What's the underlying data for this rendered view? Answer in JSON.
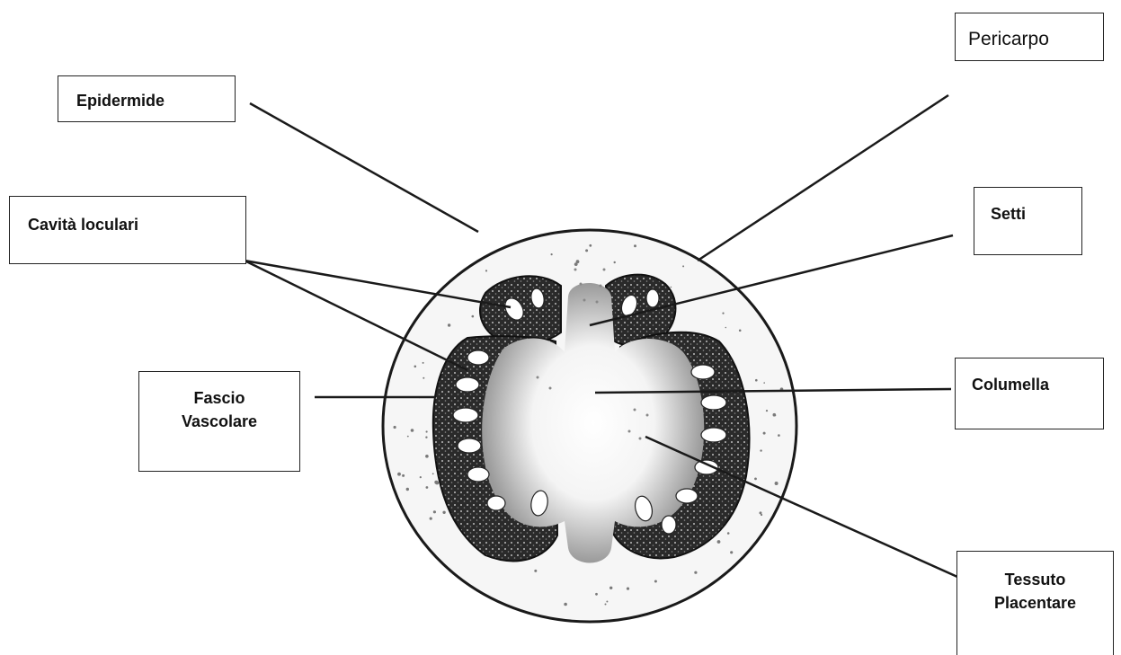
{
  "colors": {
    "line": "#1a1a1a",
    "dark_tissue": "#1b1b1b",
    "paper": "#ffffff"
  },
  "labels": {
    "pericarpo": "Pericarpo",
    "epidermide": "Epidermide",
    "setti": "Setti",
    "cavita_loculari": "Cavità loculari",
    "columella": "Columella",
    "fascio_vascolare": [
      "Fascio",
      "Vascolare"
    ],
    "tessuto_placentare": [
      "Tessuto",
      "Placentare"
    ]
  }
}
